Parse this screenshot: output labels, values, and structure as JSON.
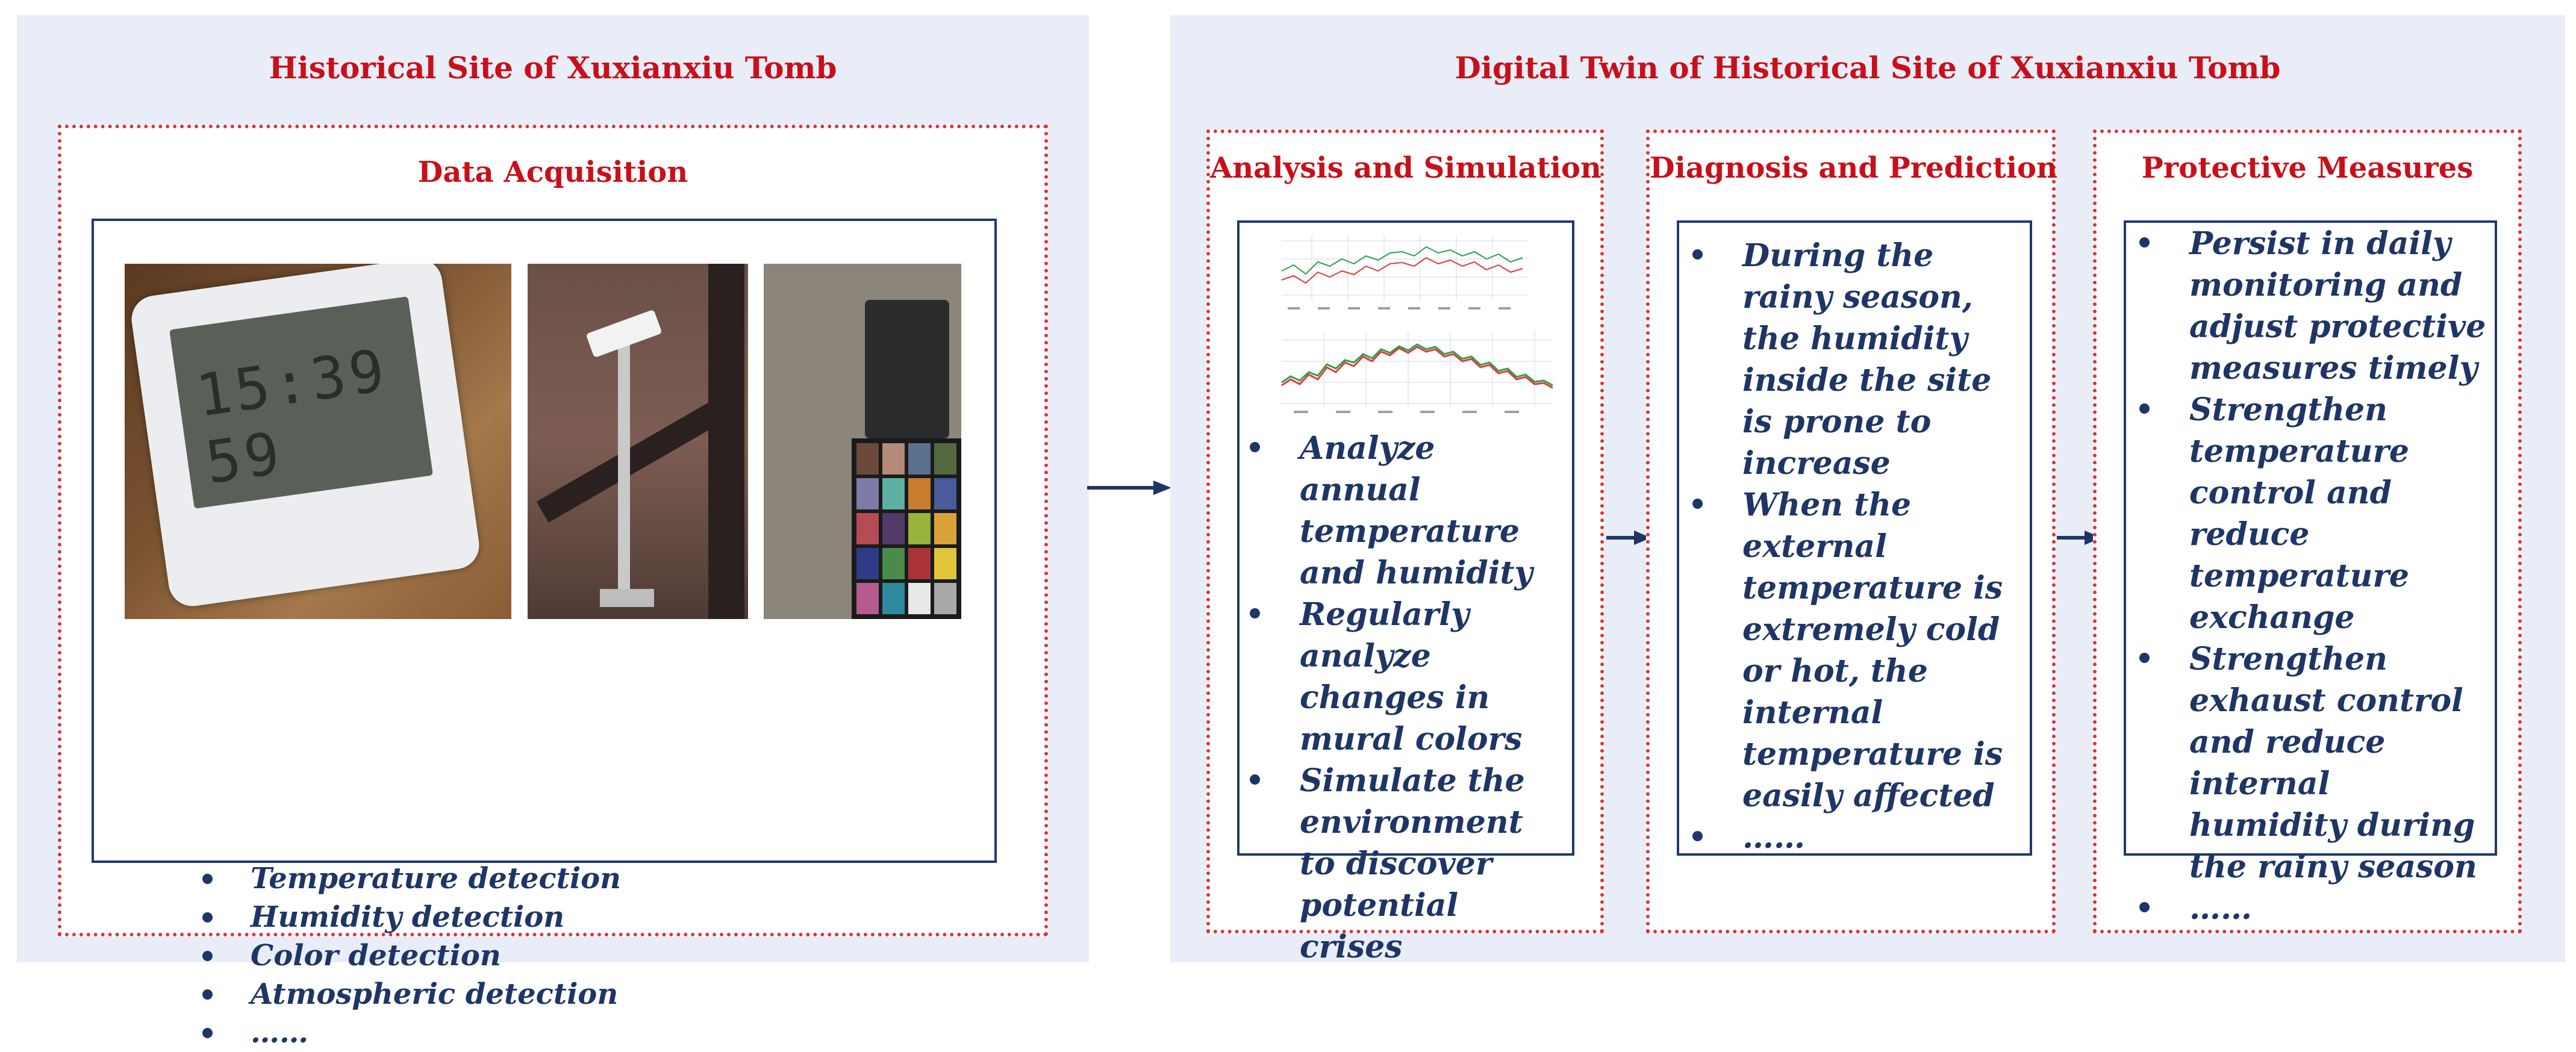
{
  "left": {
    "title": "Historical Site of Xuxianxiu Tomb",
    "box_title": "Data Acquisition",
    "items": [
      "Temperature detection",
      "Humidity detection",
      "Color detection",
      "Atmospheric detection",
      "……"
    ],
    "photos": [
      {
        "name": "thermo-hygrometer-photo",
        "display": "15:39 59"
      },
      {
        "name": "sensor-stand-photo"
      },
      {
        "name": "color-checker-photo"
      }
    ]
  },
  "right": {
    "title": "Digital Twin of Historical Site of Xuxianxiu Tomb",
    "columns": [
      {
        "title": "Analysis and Simulation",
        "items": [
          "Analyze annual temperature and humidity",
          "Regularly analyze changes in mural colors",
          "Simulate the environment to discover potential crises"
        ]
      },
      {
        "title": "Diagnosis and Prediction",
        "items": [
          "During the rainy season, the humidity inside the site is prone to increase",
          "When the external temperature is extremely cold or hot, the internal temperature is easily affected",
          "……"
        ]
      },
      {
        "title": "Protective Measures",
        "items": [
          "Persist in daily monitoring and adjust protective measures timely",
          "Strengthen temperature control and reduce temperature exchange",
          "Strengthen exhaust control and reduce internal humidity during the rainy season",
          "……"
        ]
      }
    ]
  },
  "colors": {
    "title_red": "#c8101a",
    "dotted_red": "#e0303a",
    "navy": "#1e3566",
    "panel_bg": "#e9edf8",
    "series_red": "#e23a3a",
    "series_green": "#2aa04a"
  }
}
